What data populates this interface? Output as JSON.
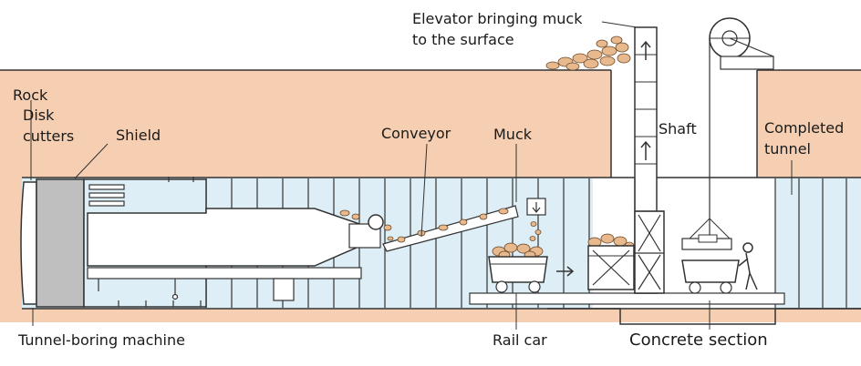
{
  "labels": {
    "rock": "Rock",
    "disk_cutters_1": "Disk",
    "disk_cutters_2": "cutters",
    "shield": "Shield",
    "conveyor": "Conveyor",
    "muck": "Muck",
    "elevator_1": "Elevator bringing muck",
    "elevator_2": "to the surface",
    "shaft": "Shaft",
    "completed_1": "Completed",
    "completed_2": "tunnel",
    "tbm": "Tunnel-boring machine",
    "rail_car": "Rail car",
    "concrete": "Concrete section"
  },
  "colors": {
    "rock": "#f6cfb2",
    "tunnel": "#ddeef6",
    "outline": "#333333",
    "shield": "#bfbfbf",
    "muck": "#e8b98d"
  }
}
